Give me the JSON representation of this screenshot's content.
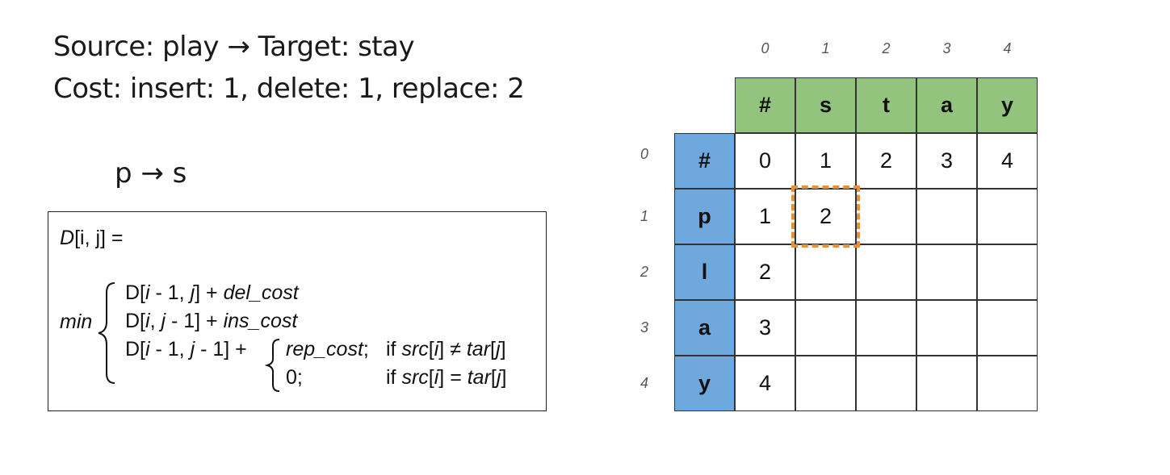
{
  "header": {
    "line1": "Source: play → Target: stay",
    "line2": "Cost: insert: 1,  delete: 1, replace: 2"
  },
  "step_label": "p → s",
  "formula": {
    "lhs_D": "D",
    "lhs_args": "[i, j]",
    "lhs_eq": " =",
    "min_label": "min",
    "term1_a": "D[",
    "term1_b": "i",
    "term1_c": " - 1, ",
    "term1_d": "j",
    "term1_e": "] + ",
    "term1_f": "del_cost",
    "term2_a": "D[",
    "term2_b": "i",
    "term2_c": ", ",
    "term2_d": "j",
    "term2_e": " - 1] + ",
    "term2_f": "ins_cost",
    "term3_a": "D[",
    "term3_b": "i",
    "term3_c": " - 1, ",
    "term3_d": "j",
    "term3_e": " - 1] + ",
    "case1_cost": "rep_cost",
    "case1_semi": ";",
    "case1_cond_a": "if ",
    "case1_cond_b": "src",
    "case1_cond_c": "[",
    "case1_cond_d": "i",
    "case1_cond_e": "] ≠ ",
    "case1_cond_f": "tar",
    "case1_cond_g": "[",
    "case1_cond_h": "j",
    "case1_cond_i": "]",
    "case2_cost": "0;",
    "case2_cond_a": "if ",
    "case2_cond_b": "src",
    "case2_cond_c": "[",
    "case2_cond_d": "i",
    "case2_cond_e": "] = ",
    "case2_cond_f": "tar",
    "case2_cond_g": "[",
    "case2_cond_h": "j",
    "case2_cond_i": "]"
  },
  "table": {
    "col_indices": [
      "0",
      "1",
      "2",
      "3",
      "4"
    ],
    "row_indices": [
      "0",
      "1",
      "2",
      "3",
      "4"
    ],
    "target_header": [
      "#",
      "s",
      "t",
      "a",
      "y"
    ],
    "source_header": [
      "#",
      "p",
      "l",
      "a",
      "y"
    ],
    "rows": [
      [
        "0",
        "1",
        "2",
        "3",
        "4"
      ],
      [
        "1",
        "2",
        "",
        "",
        ""
      ],
      [
        "2",
        "",
        "",
        "",
        ""
      ],
      [
        "3",
        "",
        "",
        "",
        ""
      ],
      [
        "4",
        "",
        "",
        "",
        ""
      ]
    ],
    "highlighted_cell": {
      "row": 1,
      "col": 1
    },
    "colors": {
      "target_header": "#93c47d",
      "source_header": "#6fa8dc",
      "highlight": "#e69138"
    }
  }
}
